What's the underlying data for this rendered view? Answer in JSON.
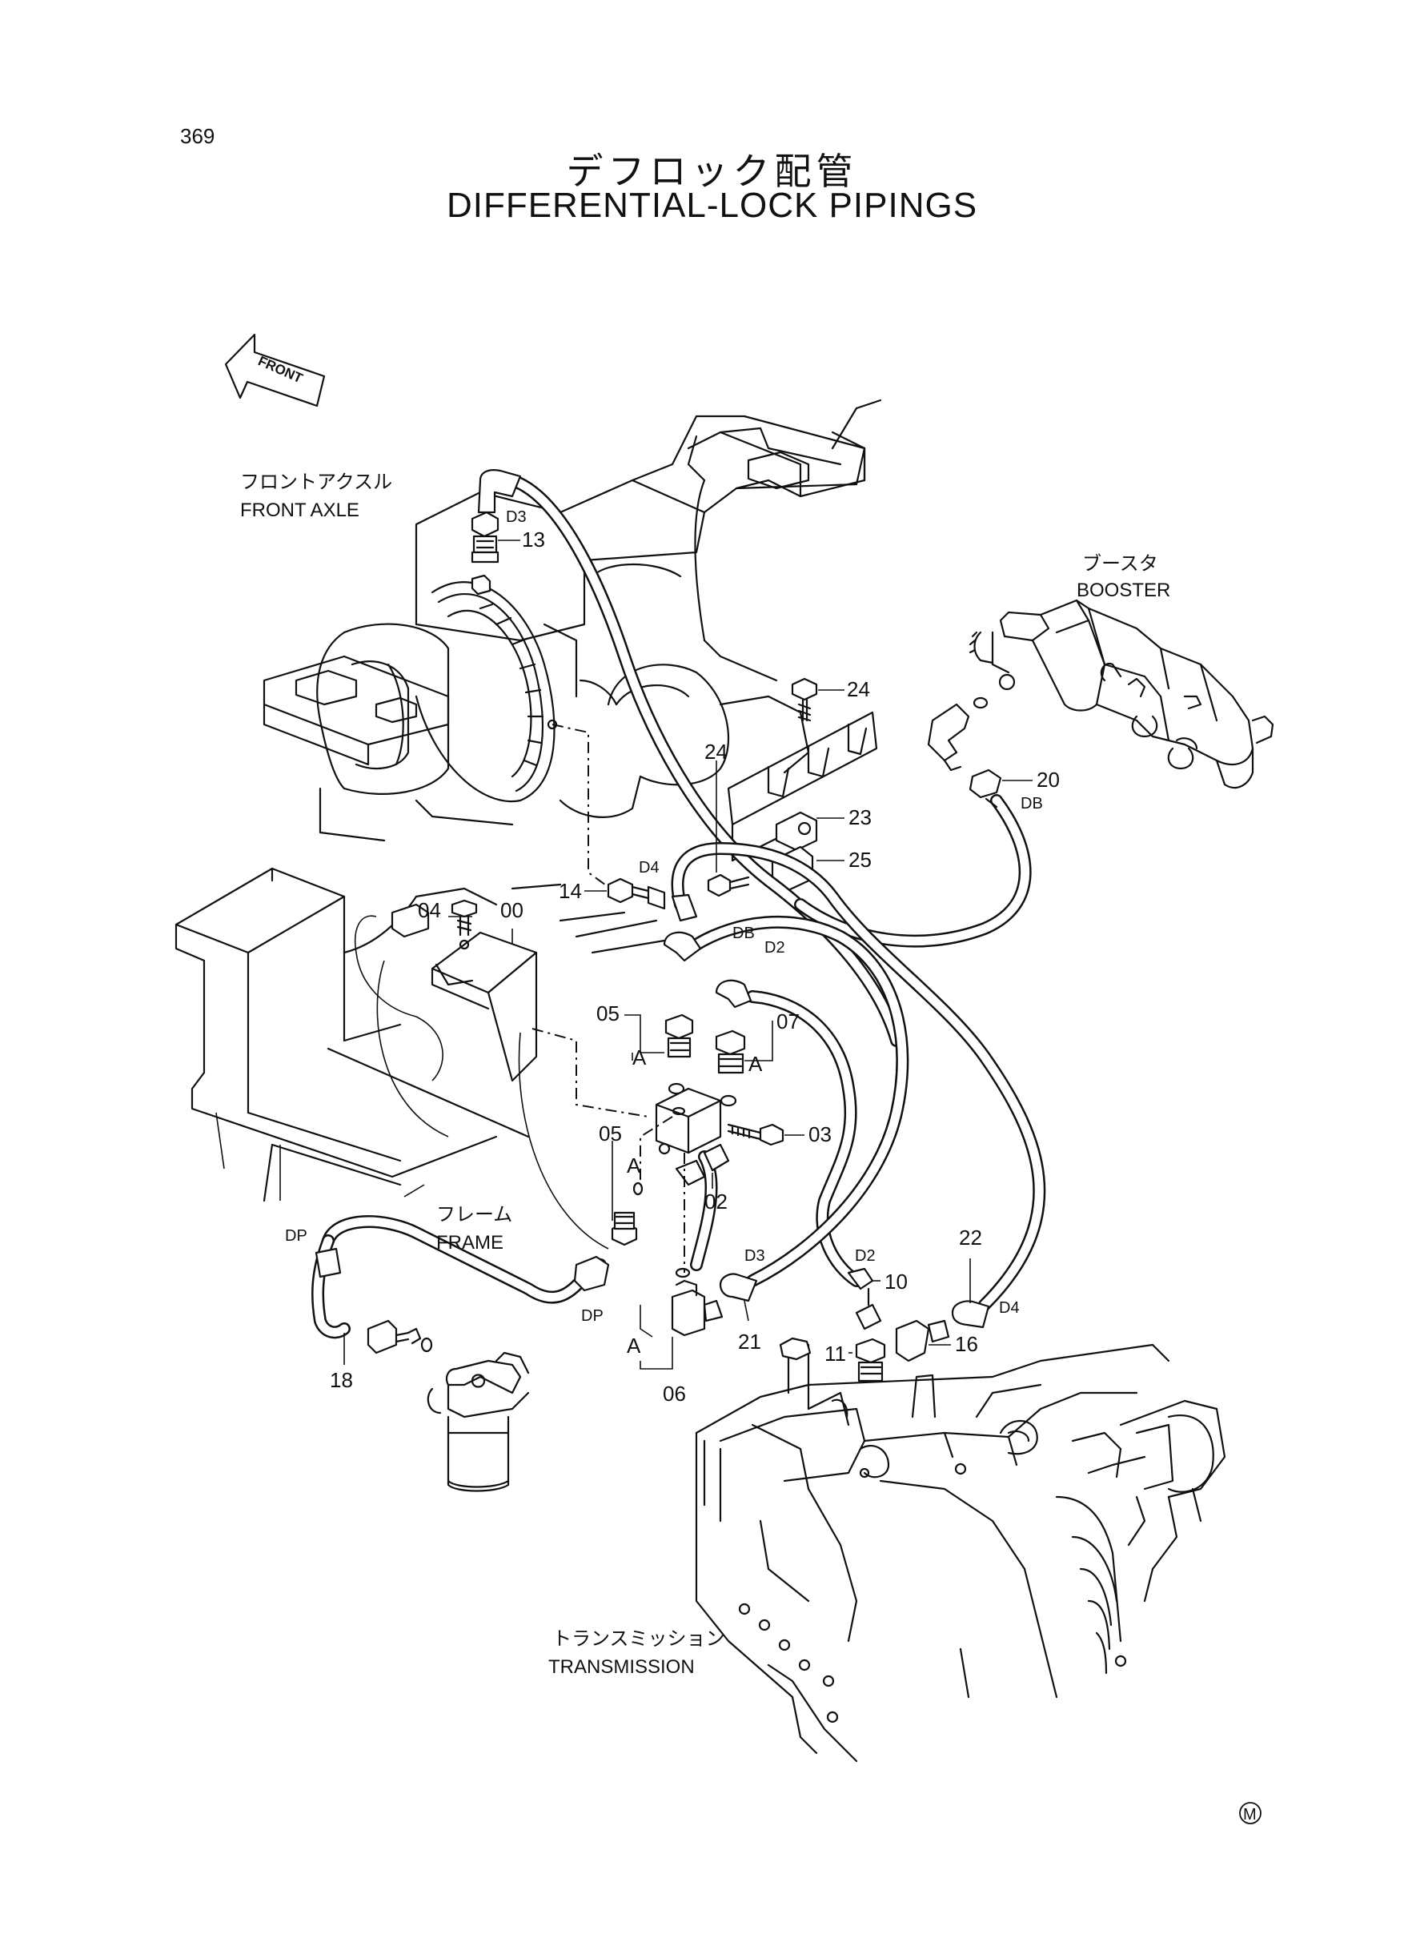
{
  "page": {
    "number": "369",
    "title_jp": "デフロック配管",
    "title_en": "DIFFERENTIAL-LOCK PIPINGS"
  },
  "direction": {
    "label": "FRONT",
    "icon": "front-arrow-icon"
  },
  "components": {
    "front_axle": {
      "jp": "フロントアクスル",
      "en": "FRONT  AXLE"
    },
    "booster": {
      "jp": "ブースタ",
      "en": "BOOSTER"
    },
    "frame": {
      "jp": "フレーム",
      "en": "FRAME"
    },
    "transmission": {
      "jp": "トランスミッション",
      "en": "TRANSMISSION"
    }
  },
  "callouts": {
    "p00": "00",
    "p02": "02",
    "p03": "03",
    "p04": "04",
    "p05a": "05",
    "p05b": "05",
    "p06": "06",
    "p07": "07",
    "p10": "10",
    "p11": "11",
    "p13": "13",
    "p14": "14",
    "p16": "16",
    "p18": "18",
    "p20": "20",
    "p21": "21",
    "p22": "22",
    "p23": "23",
    "p24a": "24",
    "p24b": "24",
    "p25": "25"
  },
  "hose_codes": {
    "d3_top": "D3",
    "d4_top": "D4",
    "db_mid": "DB",
    "d2_mid": "D2",
    "db_right": "DB",
    "dp_left": "DP",
    "dp_right": "DP",
    "d3_low": "D3",
    "d2_low": "D2",
    "d4_low": "D4"
  },
  "section_marks": {
    "a1": "A",
    "a2": "A",
    "a3": "A",
    "a4": "A"
  },
  "marks": {
    "m_symbol": "M"
  }
}
